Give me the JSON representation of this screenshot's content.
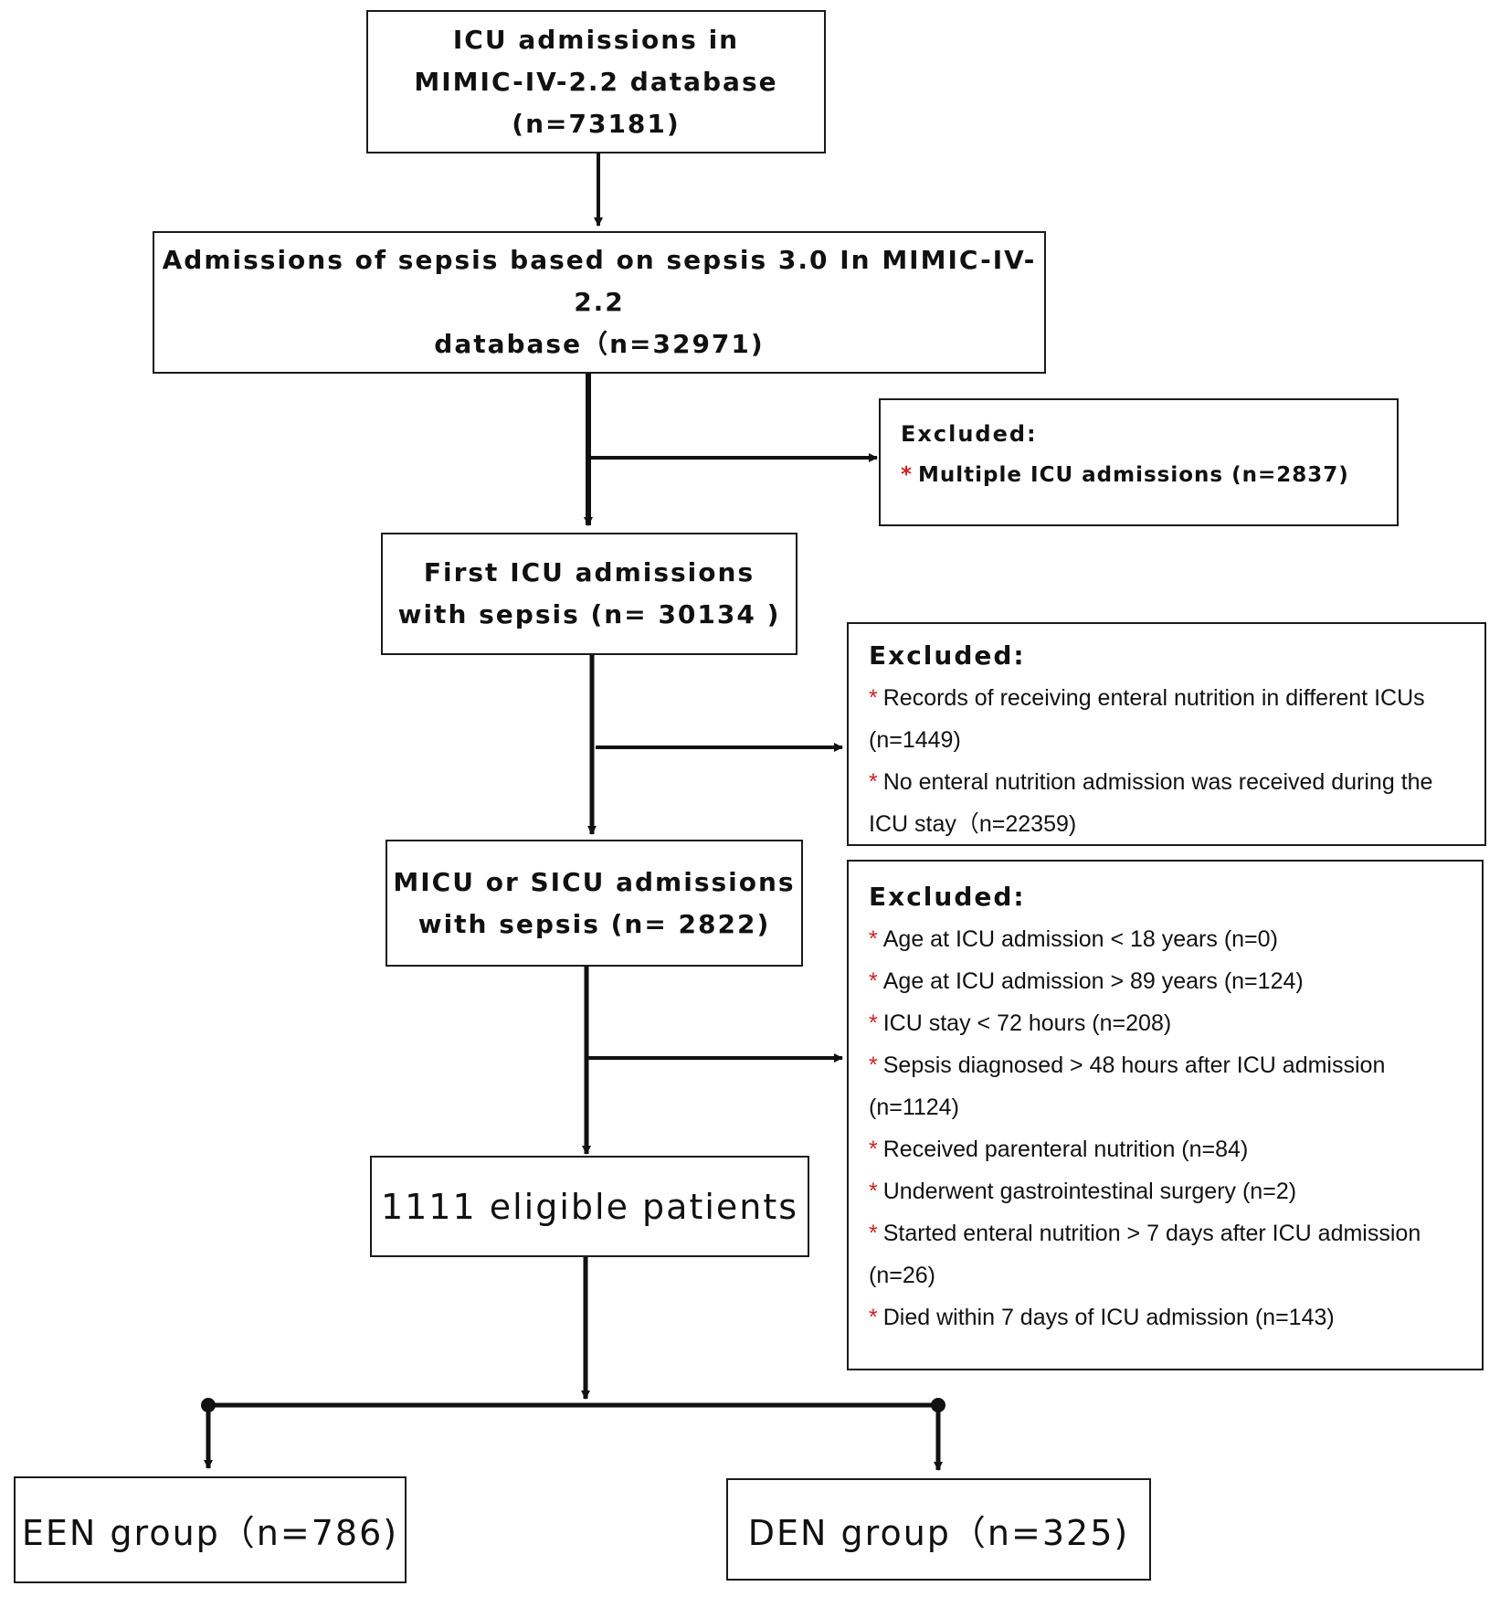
{
  "boxes": {
    "icu_admissions": [
      "ICU admissions in",
      "MIMIC-IV-2.2 database",
      "(n=73181)"
    ],
    "sepsis_admissions": [
      "Admissions of sepsis based on sepsis 3.0 In MIMIC-IV-2.2",
      "database（n=32971)"
    ],
    "first_icu": [
      "First ICU admissions",
      "with sepsis (n= 30134 )"
    ],
    "micu_sicu": [
      "MICU or SICU admissions",
      "with sepsis (n= 2822)"
    ],
    "eligible": "1111 eligible patients",
    "een_group": "EEN group（n=786)",
    "den_group": "DEN group（n=325)"
  },
  "exclusions": [
    {
      "title": "Excluded:",
      "items": [
        "Multiple ICU admissions (n=2837)"
      ]
    },
    {
      "title": "Excluded:",
      "items": [
        "Records of receiving enteral nutrition in different ICUs (n=1449)",
        "No enteral nutrition admission was received during the ICU stay（n=22359)"
      ]
    },
    {
      "title": "Excluded:",
      "items": [
        "Age at ICU admission < 18 years (n=0)",
        "Age at ICU admission > 89 years (n=124)",
        "ICU stay < 72 hours (n=208)",
        "Sepsis diagnosed > 48 hours after ICU admission (n=1124)",
        "Received parenteral nutrition (n=84)",
        "Underwent gastrointestinal surgery (n=2)",
        "Started enteral nutrition > 7 days after ICU admission (n=26)",
        "Died within 7 days of ICU admission (n=143)"
      ]
    }
  ],
  "marker": "*",
  "colors": {
    "line": "#111111",
    "star": "#d02020"
  }
}
